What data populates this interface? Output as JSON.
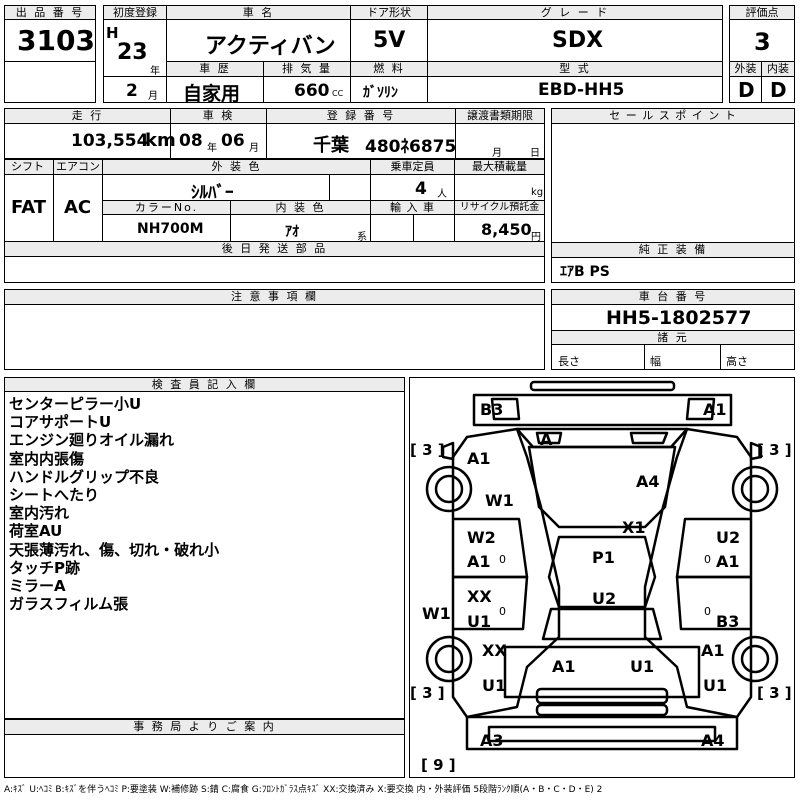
{
  "header": {
    "lot_label": "出 品 番 号",
    "lot_number": "3103",
    "first_reg_label": "初度登録",
    "era": "H",
    "year": "23",
    "year_unit": "年",
    "month": "2",
    "month_unit": "月",
    "car_name_label": "車 名",
    "car_name": "アクティバン",
    "door_label": "ドア形状",
    "door": "5V",
    "grade_label": "グ レ ー ド",
    "grade": "SDX",
    "score_label": "評価点",
    "score": "3",
    "history_label": "車 歴",
    "history": "自家用",
    "displacement_label": "排 気 量",
    "displacement": "660",
    "displacement_unit": "CC",
    "fuel_label": "燃 料",
    "fuel": "ｶﾞｿﾘﾝ",
    "model_label": "型 式",
    "model": "EBD-HH5",
    "exterior_label": "外装",
    "exterior": "D",
    "interior_label": "内装",
    "interior": "D"
  },
  "second": {
    "mileage_label": "走 行",
    "mileage": "103,554",
    "mileage_unit": "km",
    "inspection_label": "車 検",
    "insp_year": "08",
    "insp_year_unit": "年",
    "insp_month": "06",
    "insp_month_unit": "月",
    "plate_label": "登 録 番 号",
    "plate_region": "千葉",
    "plate_number": "480ﾈ6875",
    "transfer_label": "譲渡書類期限",
    "transfer_month_unit": "月",
    "transfer_day_unit": "日",
    "sales_points_label": "セ ー ル ス ポ イ ン ト",
    "shift_label": "シフト",
    "shift": "FAT",
    "ac_label": "エアコン",
    "ac": "AC",
    "ext_color_label": "外 装 色",
    "ext_color": "ｼﾙﾊﾞｰ",
    "capacity_label": "乗車定員",
    "capacity": "4",
    "capacity_unit": "人",
    "load_label": "最大積載量",
    "load_unit": "kg",
    "color_no_label": "カラーNo.",
    "color_no": "NH700M",
    "int_color_label": "内 装 色",
    "int_color": "ｱｵ",
    "int_color_unit": "系",
    "import_label": "輸 入 車",
    "recycle_label": "リサイクル預託金",
    "recycle": "8,450",
    "recycle_unit": "円",
    "delivery_label": "後 日 発 送 部 品",
    "equipment_label": "純 正 装 備",
    "equipment": "ｴｱB PS",
    "notes_label": "注 意 事 項 欄",
    "chassis_label": "車 台 番 号",
    "chassis": "HH5-1802577",
    "spec_label": "諸 元",
    "length_label": "長さ",
    "width_label": "幅",
    "height_label": "高さ"
  },
  "inspector": {
    "label": "検 査 員 記 入 欄",
    "notes": [
      "センターピラー小U",
      "コアサポートU",
      "エンジン廻りオイル漏れ",
      "室内内張傷",
      "ハンドルグリップ不良",
      "シートへたり",
      "室内汚れ",
      "荷室AU",
      "天張薄汚れ、傷、切れ・破れ小",
      "タッチP跡",
      "ミラーA",
      "ガラスフィルム張"
    ]
  },
  "diagram": {
    "tire_left_front": "3",
    "tire_right_front": "3",
    "tire_left_rear": "3",
    "tire_right_rear": "3",
    "spare": "9",
    "marks": {
      "b3_top_left": "B3",
      "a1_top_right": "A1",
      "a_top": "A",
      "a1_left": "A1",
      "a4": "A4",
      "w1_left": "W1",
      "x1": "X1",
      "w2": "W2",
      "u2_right": "U2",
      "a1_mid_left": "A1",
      "p1": "P1",
      "a1_mid_right": "A1",
      "xx_left": "XX",
      "u2_center": "U2",
      "u1_left": "U1",
      "b3_right": "B3",
      "w1_side": "W1",
      "xx_low": "XX",
      "a1_low_right": "A1",
      "a1_bottom": "A1",
      "u1_bottom": "U1",
      "u1_low_left": "U1",
      "u1_low_right": "U1",
      "a3": "A3",
      "a4_bottom": "A4",
      "zero_1": "0",
      "zero_2": "0",
      "zero_3": "0",
      "zero_4": "0"
    }
  },
  "office": {
    "label": "事 務 局 よ り ご 案 内"
  },
  "legend": "A:ｷｽﾞ U:ﾍｺﾐ B:ｷｽﾞを伴うﾍｺﾐ P:要塗装 W:補修跡 S:錆 C:腐食 G:ﾌﾛﾝﾄｶﾞﾗｽ点ｷｽﾞ XX:交換済み X:要交換 内・外装評価 5段階ﾗﾝｸ順(A・B・C・D・E) 2"
}
